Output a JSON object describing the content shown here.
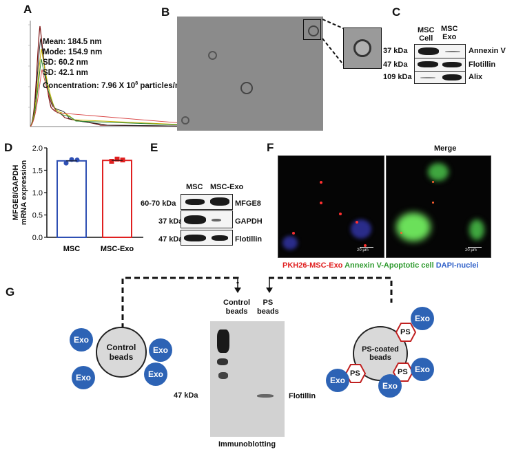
{
  "panels": {
    "A": {
      "label": "A",
      "stats": {
        "mean": "Mean: 184.5 nm",
        "mode": "Mode: 154.9 nm",
        "sd1": "SD: 60.2 nm",
        "sd2": "SD: 42.1 nm",
        "concentration": "Concentration: 7.96 X 10",
        "concentration_exp": "8",
        "concentration_unit": " particles/ml"
      }
    },
    "B": {
      "label": "B"
    },
    "C": {
      "label": "C",
      "col1": "MSC",
      "col1b": "Cell",
      "col2": "MSC",
      "col2b": "Exo",
      "rows": [
        {
          "kda": "37 kDa",
          "protein": "Annexin V"
        },
        {
          "kda": "47 kDa",
          "protein": "Flotillin"
        },
        {
          "kda": "109 kDa",
          "protein": "Alix"
        }
      ]
    },
    "D": {
      "label": "D",
      "ylabel1": "MFGE8/GAPDH",
      "ylabel2": "mRNA expression",
      "yticks": [
        "0.0",
        "0.5",
        "1.0",
        "1.5",
        "2.0"
      ],
      "xticks": [
        "MSC",
        "MSC-Exo"
      ]
    },
    "E": {
      "label": "E",
      "col1": "MSC",
      "col2": "MSC-Exo",
      "rows": [
        {
          "kda": "60-70 kDa",
          "protein": "MFGE8"
        },
        {
          "kda": "37 kDa",
          "protein": "GAPDH"
        },
        {
          "kda": "47 kDa",
          "protein": "Flotillin"
        }
      ]
    },
    "F": {
      "label": "F",
      "merge": "Merge",
      "scale1": "20 µm",
      "scale2": "20 µm",
      "legend_red": "PKH26-MSC-Exo",
      "legend_green": "Annexin V-Apoptotic cell",
      "legend_blue": "DAPI-nuclei"
    },
    "G": {
      "label": "G",
      "control_bead": "Control beads",
      "ps_bead": "PS-coated beads",
      "exo": "Exo",
      "ps": "PS",
      "lane1a": "Control",
      "lane1b": "beads",
      "lane2a": "PS",
      "lane2b": "beads",
      "kda": "47 kDa",
      "protein": "Flotillin",
      "caption": "Immunoblotting"
    }
  },
  "chart_data": {
    "type": "bar",
    "categories": [
      "MSC",
      "MSC-Exo"
    ],
    "values": [
      1.71,
      1.72
    ],
    "points": [
      [
        1.66,
        1.74,
        1.73
      ],
      [
        1.7,
        1.75,
        1.73
      ]
    ],
    "ylabel": "MFGE8/GAPDH mRNA expression",
    "ylim": [
      0,
      2.0
    ],
    "colors": [
      "#2e4fb3",
      "#e02020"
    ]
  }
}
